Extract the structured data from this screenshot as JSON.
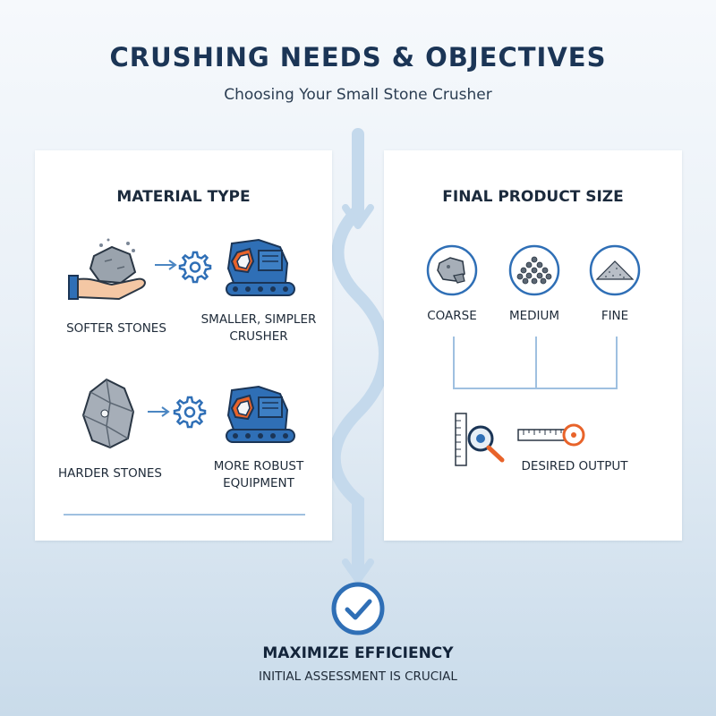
{
  "header": {
    "title": "CRUSHING NEEDS & OBJECTIVES",
    "subtitle": "Choosing Your Small Stone Crusher"
  },
  "material_type": {
    "heading": "MATERIAL TYPE",
    "rows": [
      {
        "input_label": "SOFTER STONES",
        "output_label_line1": "SMALLER, SIMPLER",
        "output_label_line2": "CRUSHER"
      },
      {
        "input_label": "HARDER STONES",
        "output_label_line1": "MORE ROBUST",
        "output_label_line2": "EQUIPMENT"
      }
    ]
  },
  "final_product_size": {
    "heading": "FINAL PRODUCT SIZE",
    "sizes": [
      {
        "label": "COARSE",
        "icon": "coarse-rock-icon"
      },
      {
        "label": "MEDIUM",
        "icon": "medium-gravel-icon"
      },
      {
        "label": "FINE",
        "icon": "fine-sand-icon"
      }
    ],
    "output_label": "DESIRED OUTPUT"
  },
  "footer": {
    "title": "MAXIMIZE EFFICIENCY",
    "subtitle": "INITIAL ASSESSMENT IS CRUCIAL"
  },
  "colors": {
    "navy": "#1b3556",
    "blue": "#2f6fb6",
    "orange": "#e8632a",
    "light_blue": "#c4d9ec"
  }
}
